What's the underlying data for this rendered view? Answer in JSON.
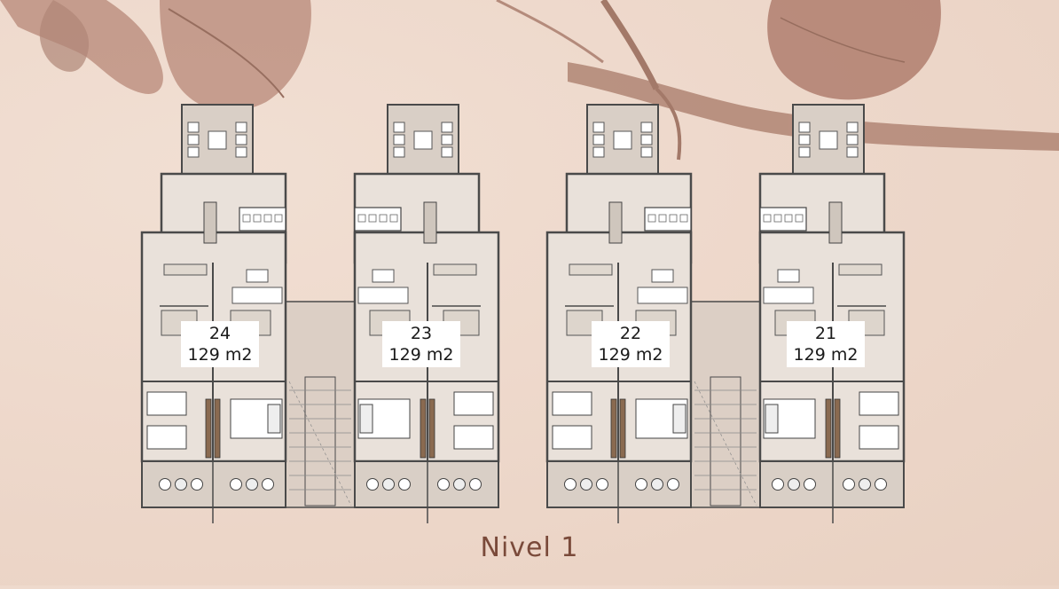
{
  "level_title": "Nivel 1",
  "colors": {
    "wall": "#4a4a4a",
    "floor": "#e9e1da",
    "terrace": "#d9cfc6",
    "botanical": "#a07060",
    "label_bg": "#ffffff",
    "title": "#7a4a3a"
  },
  "units": [
    {
      "number": "24",
      "area": "129 m2"
    },
    {
      "number": "23",
      "area": "129 m2"
    },
    {
      "number": "22",
      "area": "129 m2"
    },
    {
      "number": "21",
      "area": "129 m2"
    }
  ]
}
